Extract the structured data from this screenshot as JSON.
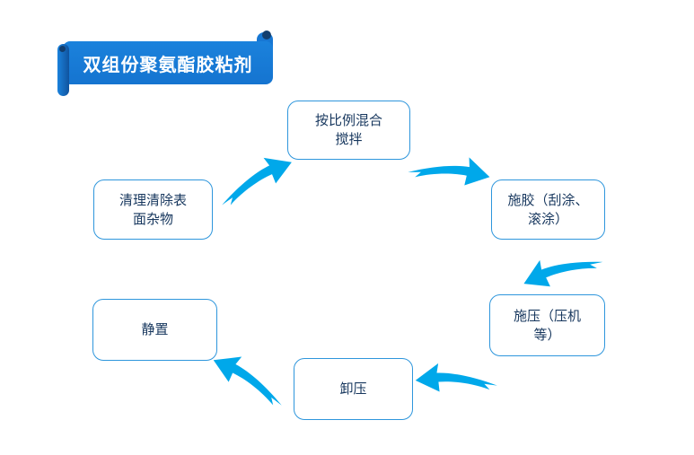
{
  "banner": {
    "title": "双组份聚氨酯胶粘剂"
  },
  "flow": {
    "nodes": [
      {
        "id": "clean",
        "label": "清理清除表\n面杂物"
      },
      {
        "id": "mix",
        "label": "按比例混合\n搅拌"
      },
      {
        "id": "glue",
        "label": "施胶（刮涂、\n滚涂）"
      },
      {
        "id": "press",
        "label": "施压（压机\n等）"
      },
      {
        "id": "release",
        "label": "卸压"
      },
      {
        "id": "rest",
        "label": "静置"
      }
    ],
    "arrows": [
      {
        "from": "clean",
        "to": "mix"
      },
      {
        "from": "mix",
        "to": "glue"
      },
      {
        "from": "glue",
        "to": "press"
      },
      {
        "from": "press",
        "to": "release"
      },
      {
        "from": "release",
        "to": "rest"
      }
    ]
  },
  "colors": {
    "background": "#FFFFFF",
    "banner_fill": "#1777D3",
    "banner_roll_dark": "#10539E",
    "banner_dot": "#123E6E",
    "banner_text": "#FFFFFF",
    "node_fill": "#FFFFFF",
    "node_border": "#2E96DC",
    "node_text": "#17375E",
    "arrow_fill": "#00A8EA"
  }
}
